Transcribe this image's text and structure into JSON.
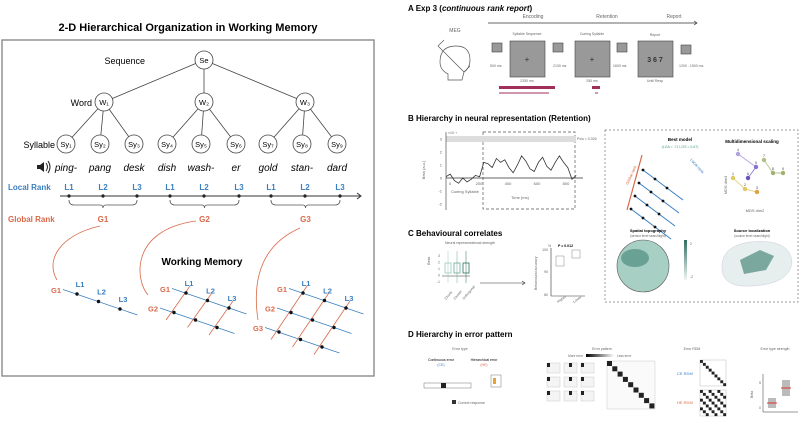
{
  "left": {
    "title": "2-D Hierarchical Organization in Working Memory",
    "sequence_label": "Sequence",
    "sequence_node": "Se",
    "word_label": "Word",
    "word_nodes": [
      "W₁",
      "W₂",
      "W₃"
    ],
    "syllable_label": "Syllable",
    "syllable_nodes": [
      "Sy₁",
      "Sy₂",
      "Sy₃",
      "Sy₄",
      "Sy₅",
      "Sy₆",
      "Sy₇",
      "Sy₈",
      "Sy₉"
    ],
    "syllables": [
      "ping-",
      "pang",
      "desk",
      "dish",
      "wash-",
      "er",
      "gold",
      "stan-",
      "dard"
    ],
    "local_rank_label": "Local Rank",
    "local_ranks": [
      "L1",
      "L2",
      "L3",
      "L1",
      "L2",
      "L3",
      "L1",
      "L2",
      "L3"
    ],
    "global_rank_label": "Global Rank",
    "global_ranks": [
      "G1",
      "G2",
      "G3"
    ],
    "wm_label": "Working Memory",
    "colors": {
      "local": "#3a7fc0",
      "global": "#d9694a"
    }
  },
  "panelA": {
    "title": "A  Exp 3 (",
    "title_italic": "continuous rank report",
    "title_end": ")",
    "meg": "MEG",
    "phases": [
      "Encoding",
      "Retention",
      "Report"
    ],
    "screens": [
      "Syllable Sequence",
      "Cueing Syllable",
      "Report"
    ],
    "report_digits": "3 6 7",
    "timings": [
      "500 ms",
      "2250 ms",
      "2130 ms",
      "250 ms",
      "1600 ms",
      "Until Resp",
      "1200 - 1500 ms"
    ]
  },
  "panelB": {
    "title": "B  Hierarchy in neural representation (Retention)",
    "ylabel": "Beta (a.u.)",
    "yticks": [
      "3",
      "2",
      "1",
      "0",
      "-1",
      "-2"
    ],
    "xticks": [
      "0",
      "200",
      "400",
      "600",
      "800"
    ],
    "xlabel": "Time (ms)",
    "scale": "×10⁻³",
    "cue_label": "Cueing Syllable",
    "pvalue": "Pclu = 0.026",
    "best_model": "Best model",
    "best_model_stats": "(LGA = .71  LGS = 0.67)",
    "global_rank": "Global rank",
    "local_rank": "Local rank",
    "mds_title": "Multidimensional scaling",
    "mds_x": "MDS dim2",
    "mds_y": "MDS dim3",
    "mds_points": [
      "1",
      "2",
      "3",
      "4",
      "5",
      "6",
      "7",
      "8",
      "9"
    ],
    "topo_title": "Spatial topography",
    "topo_sub": "(sensor level searchlight)",
    "colorbar": [
      "2",
      "-2"
    ],
    "source_title": "Source localization",
    "source_sub": "(source level searchlight)"
  },
  "panelC": {
    "title": "C  Behavioural correlates",
    "neural_title": "Neural representational strength",
    "ylabel": "Beta",
    "yticks": [
      "3",
      "2",
      "1",
      "0",
      "-1"
    ],
    "categories": [
      "Chunk",
      "Cluster",
      "Orthogonal"
    ],
    "pvalue": "P = 0.012",
    "beh_ylabel": "Behavioural accuracy",
    "beh_yticks": [
      "100",
      "90",
      "80"
    ],
    "groups": [
      "Higher",
      "Lower"
    ],
    "unit": "%"
  },
  "panelD": {
    "title": "D  Hierarchy in error pattern",
    "error_type": "Error type",
    "ce": "Continuous error",
    "ce_abbr": "(CE)",
    "he": "Hierarchical error",
    "he_abbr": "(HE)",
    "correct": "Correct response",
    "error_pattern": "Error pattern",
    "more_error": "More error",
    "less_error": "Less error",
    "error_rdm": "Error RDM",
    "ce_rdm": "CE RDM",
    "he_rdm": "HE RDM",
    "strength": "Error type strength",
    "beta": "Beta",
    "beta_ticks": [
      "5",
      "0"
    ]
  }
}
